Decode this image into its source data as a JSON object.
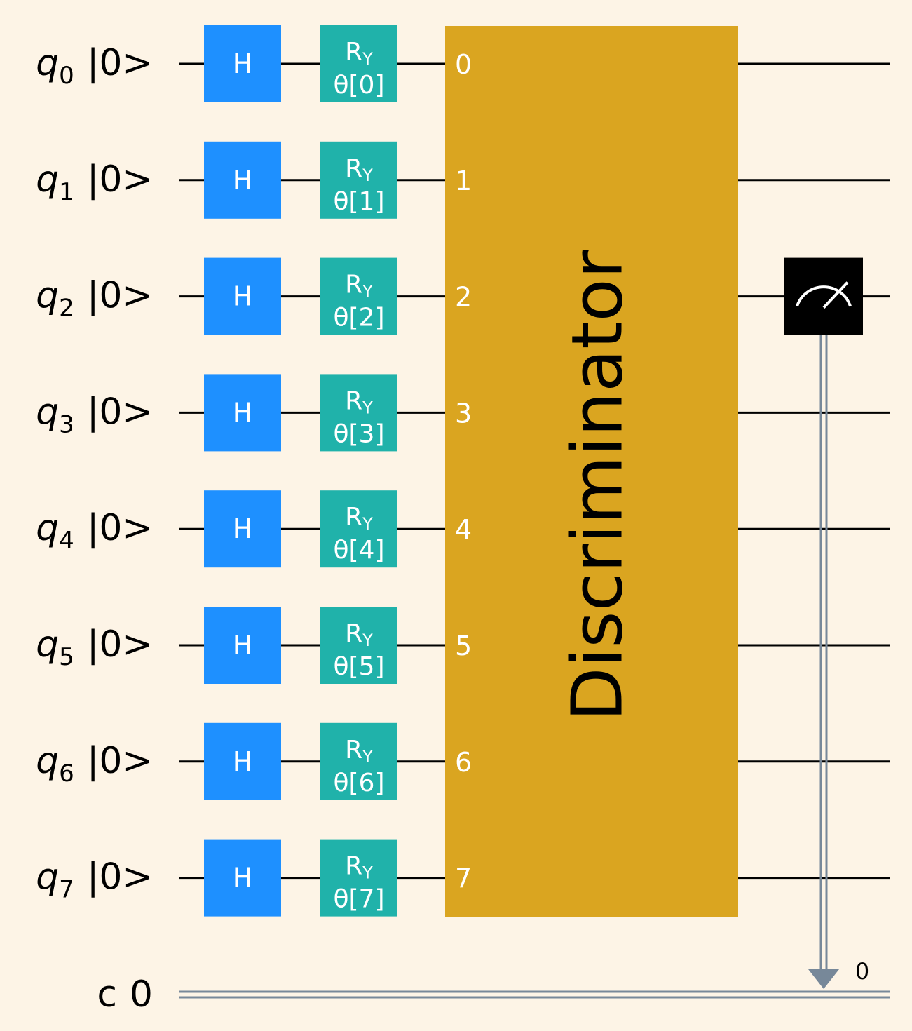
{
  "colors": {
    "background": "#fdf4e6",
    "wire": "#000000",
    "classical_wire": "#778899",
    "h_gate": "#1e90ff",
    "ry_gate": "#20b2aa",
    "discriminator": "#daa520",
    "measure": "#000000",
    "gate_text": "#ffffff"
  },
  "qubits": [
    {
      "name": "q",
      "index": "0",
      "init": "|0>"
    },
    {
      "name": "q",
      "index": "1",
      "init": "|0>"
    },
    {
      "name": "q",
      "index": "2",
      "init": "|0>"
    },
    {
      "name": "q",
      "index": "3",
      "init": "|0>"
    },
    {
      "name": "q",
      "index": "4",
      "init": "|0>"
    },
    {
      "name": "q",
      "index": "5",
      "init": "|0>"
    },
    {
      "name": "q",
      "index": "6",
      "init": "|0>"
    },
    {
      "name": "q",
      "index": "7",
      "init": "|0>"
    }
  ],
  "classical_register": {
    "label": "c",
    "size": "0",
    "bit_label": "0"
  },
  "gates": {
    "h_label": "H",
    "ry_label_main": "R",
    "ry_label_sub": "Y",
    "ry_params": [
      "θ[0]",
      "θ[1]",
      "θ[2]",
      "θ[3]",
      "θ[4]",
      "θ[5]",
      "θ[6]",
      "θ[7]"
    ]
  },
  "discriminator": {
    "label": "Discriminator",
    "ports": [
      "0",
      "1",
      "2",
      "3",
      "4",
      "5",
      "6",
      "7"
    ]
  },
  "measure": {
    "qubit": 2,
    "icon": "meter-icon"
  }
}
